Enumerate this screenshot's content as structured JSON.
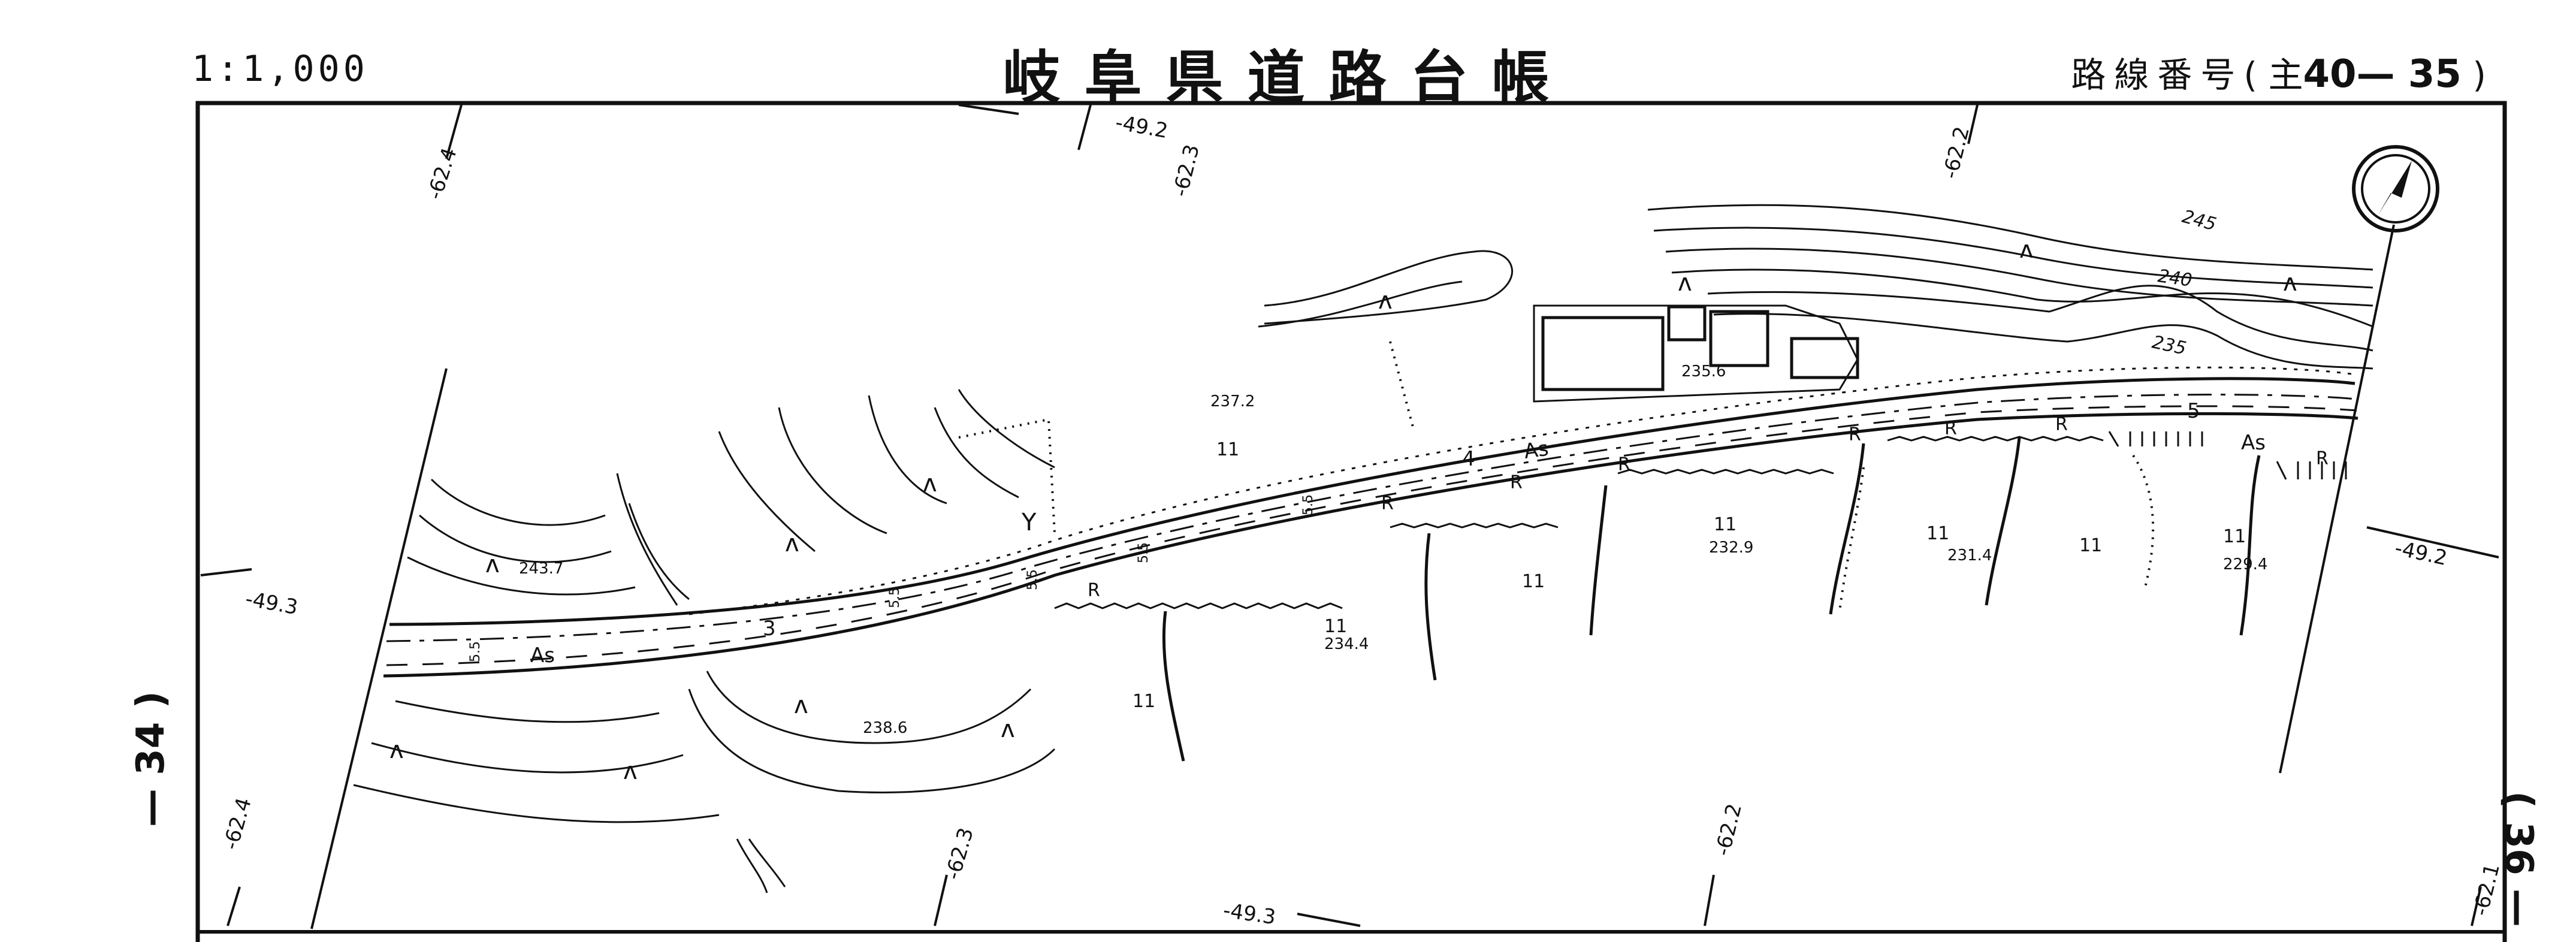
{
  "header": {
    "title": "岐阜県道路台帳",
    "scale": "1:1,000",
    "route_label": "路線番号",
    "route_prefix": "主",
    "route_value": "40— 35",
    "route_open": "(",
    "route_close": ")"
  },
  "edges": {
    "left": "— 34 )",
    "right": "( 36 —"
  },
  "grid_labels": {
    "top_1": "-62.4",
    "top_2": "-49.2",
    "top_3": "-62.3",
    "top_4": "-62.2",
    "left_1": "-49.3",
    "right_1": "-49.2",
    "bottom_1": "-62.4",
    "bottom_2": "-62.3",
    "bottom_3": "-49.3",
    "bottom_4": "-62.2",
    "bottom_5": "-62.1"
  },
  "elevations": {
    "e1": "243.7",
    "e2": "238.6",
    "e3": "237.2",
    "e4": "234.4",
    "e5": "235.6",
    "e6": "232.9",
    "e7": "231.4",
    "e8": "229.4"
  },
  "contours": {
    "c1": "245",
    "c2": "240",
    "c3": "235"
  },
  "road": {
    "surface_1": "As",
    "surface_2": "As",
    "surface_3": "As",
    "station_3": "3",
    "station_4": "4",
    "station_5": "5",
    "width_1": "5.5",
    "width_2": "5.5",
    "width_3": "5.5",
    "width_4": "5.5",
    "width_5": "5.5"
  },
  "symbols": {
    "field": "11",
    "retaining_wall": "R",
    "forest": "ʌ",
    "grass": "Y"
  },
  "icons": {
    "north": "north-arrow-icon"
  }
}
